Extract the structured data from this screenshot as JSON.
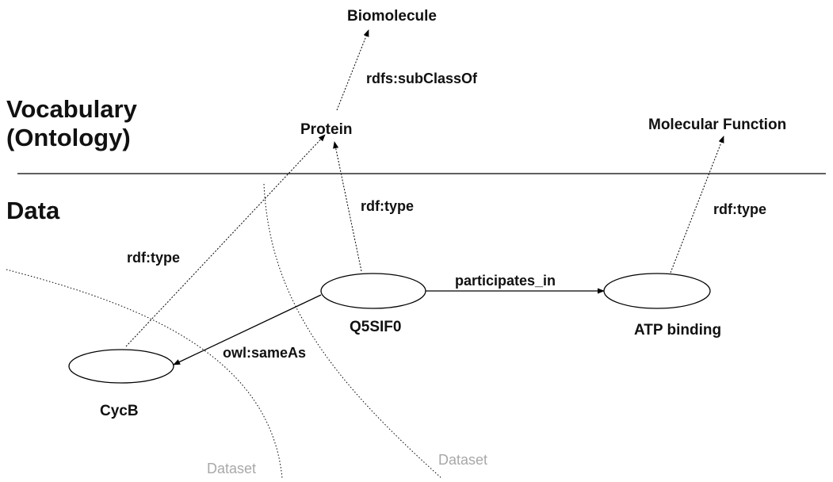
{
  "sections": {
    "vocabulary_line1": "Vocabulary",
    "vocabulary_line2": "(Ontology)",
    "data": "Data"
  },
  "nodes": {
    "biomolecule": "Biomolecule",
    "protein": "Protein",
    "molecular_function": "Molecular Function",
    "q5sif0": "Q5SIF0",
    "atp_binding": "ATP binding",
    "cycb": "CycB"
  },
  "edges": {
    "subclassof": "rdfs:subClassOf",
    "rdftype_q5sif0": "rdf:type",
    "rdftype_cycb": "rdf:type",
    "rdftype_atp": "rdf:type",
    "participates_in": "participates_in",
    "sameas": "owl:sameAs"
  },
  "datasets": {
    "left": "Dataset",
    "right": "Dataset"
  }
}
